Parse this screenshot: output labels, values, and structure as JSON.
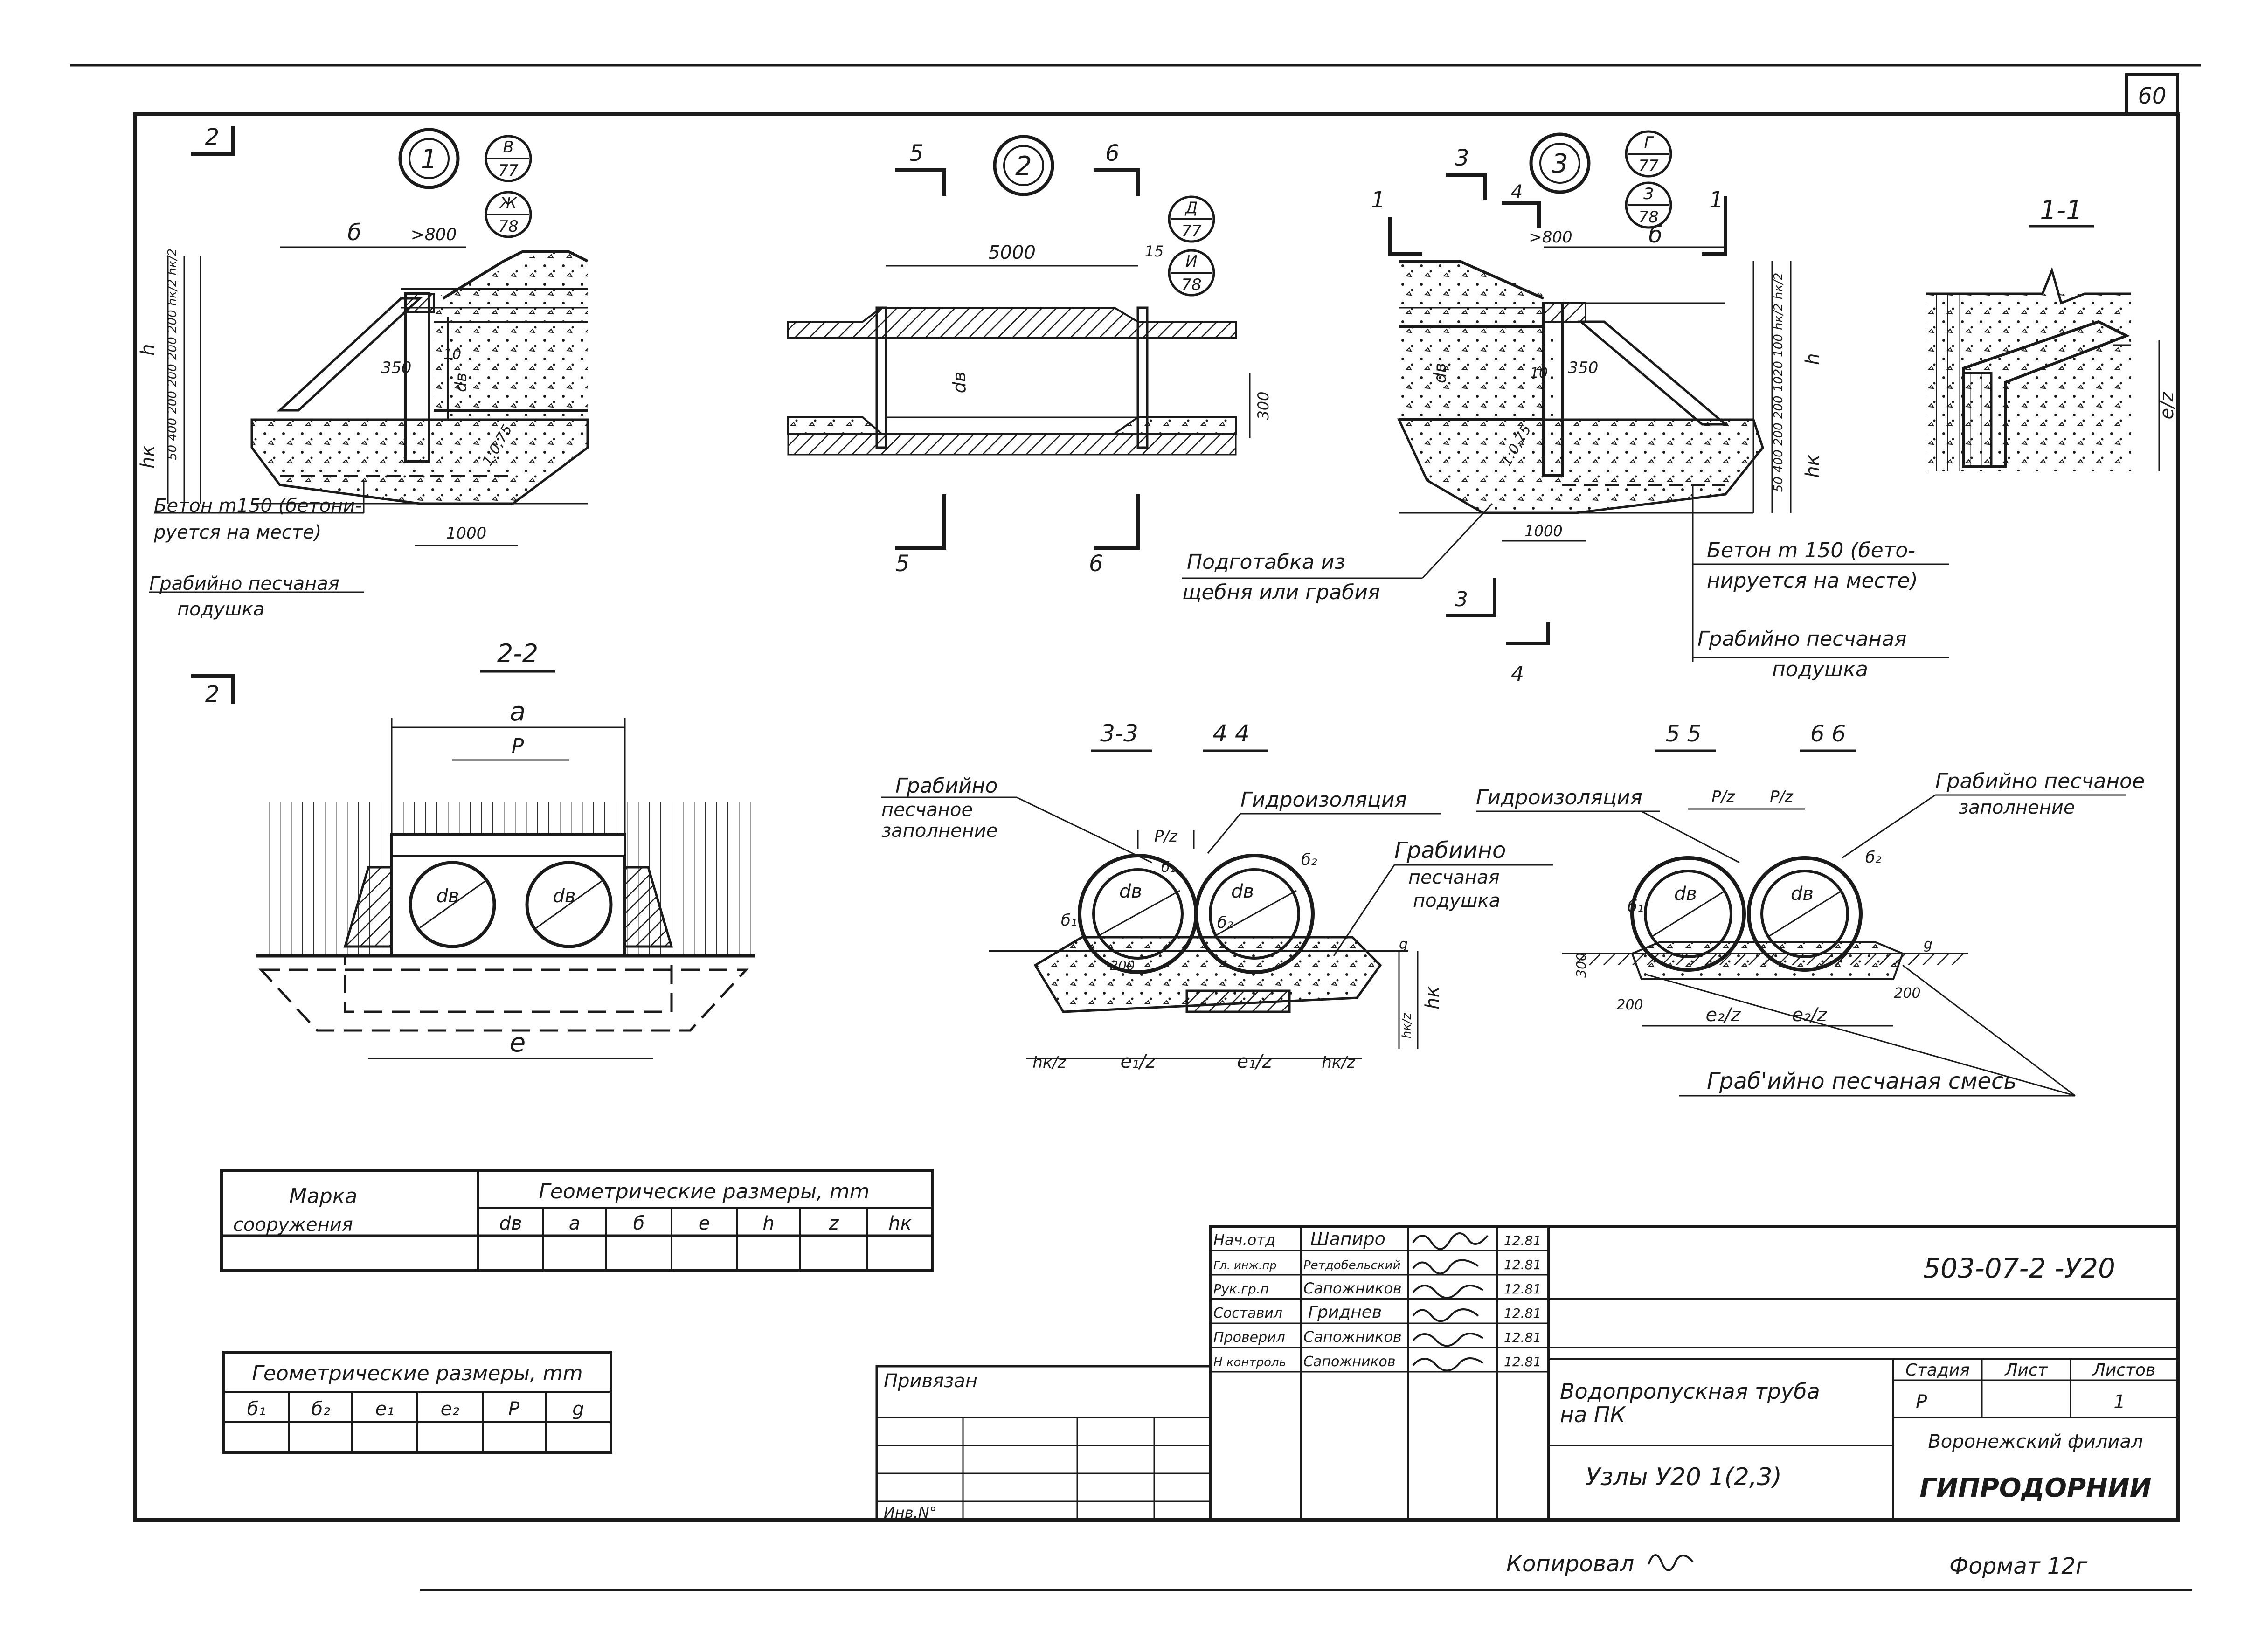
{
  "sheet": {
    "number": "60",
    "copied_by": "Копировал",
    "format": "Формат 12г"
  },
  "nodes": {
    "n1": "1",
    "n2": "2",
    "n3": "3"
  },
  "node_refs": {
    "r1a_top": "В",
    "r1a_bot": "77",
    "r1b_top": "Ж",
    "r1b_bot": "78",
    "r2a_top": "Д",
    "r2a_bot": "77",
    "r2b_top": "И",
    "r2b_bot": "78",
    "r3a_top": "Г",
    "r3a_bot": "77",
    "r3b_top": "З",
    "r3b_bot": "78"
  },
  "cut_labels": {
    "c2": "2",
    "c5": "5",
    "c6": "6",
    "c3": "3",
    "c4": "4",
    "c1": "1"
  },
  "section_titles": {
    "s11": "1-1",
    "s22": "2-2",
    "s33": "3-3",
    "s44": "4 4",
    "s55": "5 5",
    "s66": "6 6"
  },
  "dims": {
    "b": "б",
    "gt800": ">800",
    "d5000": "5000",
    "d15": "15",
    "d350": "350",
    "d10": "10",
    "d1000": "1000",
    "d300": "300",
    "d200": "200",
    "h": "h",
    "hk": "hк",
    "z": "z",
    "dv": "dв",
    "d1": "б₁",
    "d2": "б₂",
    "slope": "1:0,75",
    "e2": "e/z",
    "a": "a",
    "p": "P",
    "e": "e",
    "p2": "P/z",
    "e1_2": "e₁/z",
    "e2_2": "e₂/z",
    "hk2": "hк/z",
    "g": "g",
    "left_stack": "50 400 200 200 200 200 hк/2 hк/2",
    "right_stack": "50 400 200 200 1020 100 hк/2 hк/2"
  },
  "notes": {
    "concrete_l1": "Бетон m150 (бетони-",
    "concrete_l2": "руется на месте)",
    "gravel_l1": "Грабийно песчаная",
    "gravel_l2": "подушка",
    "prep_l1": "Подготабка из",
    "prep_l2": "щебня или грабия",
    "concrete_r1": "Бетон m 150 (бето-",
    "concrete_r2": "нируется на месте)",
    "gravel_r1": "Грабийно песчаная",
    "gravel_r2": "подушка",
    "fill_l1": "Грабийно",
    "fill_l2": "песчаное",
    "fill_l3": "заполнение",
    "hydro1": "Гидроизоляция",
    "pad_l1": "Грабиино",
    "pad_l2": "песчаная",
    "pad_l3": "подушка",
    "hydro2": "Гидроизоляция",
    "fill2_l1": "Грабийно песчаное",
    "fill2_l2": "заполнение",
    "mix": "Граб'ийно песчаная смесь"
  },
  "table1": {
    "col_mark": "Марка",
    "col_mark2": "сооружения",
    "group": "Геометрические размеры, mm",
    "headers": [
      "dв",
      "a",
      "б",
      "e",
      "h",
      "z",
      "hк"
    ]
  },
  "table2": {
    "group": "Геометрические размеры, mm",
    "headers": [
      "б₁",
      "б₂",
      "e₁",
      "e₂",
      "P",
      "g"
    ]
  },
  "stamp": {
    "rows": [
      {
        "role": "Нач.отд",
        "name": "Шапиро",
        "date": "12.81"
      },
      {
        "role": "Гл. инж.пр",
        "name": "Ретдобельский",
        "date": "12.81"
      },
      {
        "role": "Рук.гр.п",
        "name": "Сапожников",
        "date": "12.81"
      },
      {
        "role": "Составил",
        "name": "Гриднев",
        "date": "12.81"
      },
      {
        "role": "Проверил",
        "name": "Сапожников",
        "date": "12.81"
      },
      {
        "role": "Н контроль",
        "name": "Сапожников",
        "date": "12.81"
      }
    ],
    "code": "503-07-2 -У20",
    "title_l1": "Водопропускная труба",
    "title_l2": "на ПК",
    "subtitle": "Узлы У20 1(2,3)",
    "stage_h": "Стадия",
    "sheet_h": "Лист",
    "sheets_h": "Листов",
    "stage_v": "Р",
    "sheets_v": "1",
    "org_l1": "Воронежский филиал",
    "org_l2": "ГИПРОДОРНИИ",
    "tied": "Привязан",
    "inv": "Инв.N°"
  }
}
